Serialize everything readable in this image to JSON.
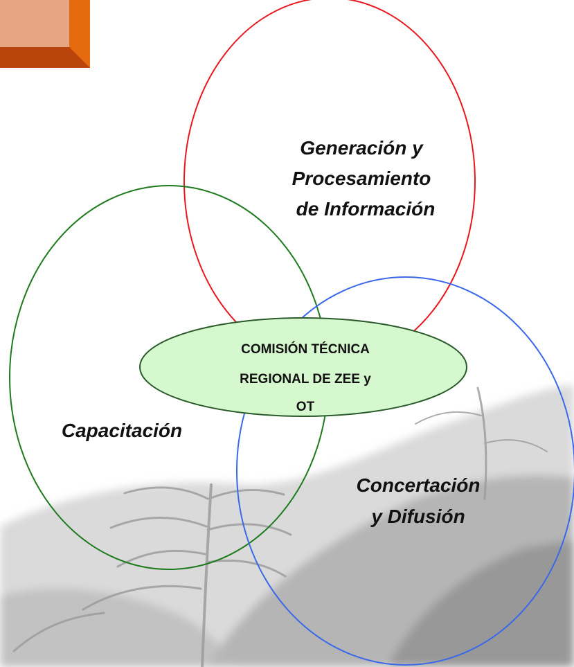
{
  "diagram": {
    "colors": {
      "generacion": "#e8181e",
      "capacitacion": "#1d7a1d",
      "concertacion": "#3a68e8",
      "center_fill": "#d6f8cf",
      "center_stroke": "#2a5a2a",
      "corner_tab": "#d9580f",
      "corner_tab_light": "#e6a684",
      "background_photo": "#9a9a9a"
    },
    "nodes": {
      "generacion": {
        "lines": [
          "Generación y",
          "Procesamiento",
          "de Información"
        ]
      },
      "capacitacion": {
        "lines": [
          "Capacitación"
        ]
      },
      "concertacion": {
        "lines": [
          "Concertación",
          "y Difusión"
        ]
      },
      "center": {
        "lines": [
          "COMISIÓN TÉCNICA",
          "REGIONAL DE ZEE y",
          "OT"
        ]
      }
    }
  }
}
